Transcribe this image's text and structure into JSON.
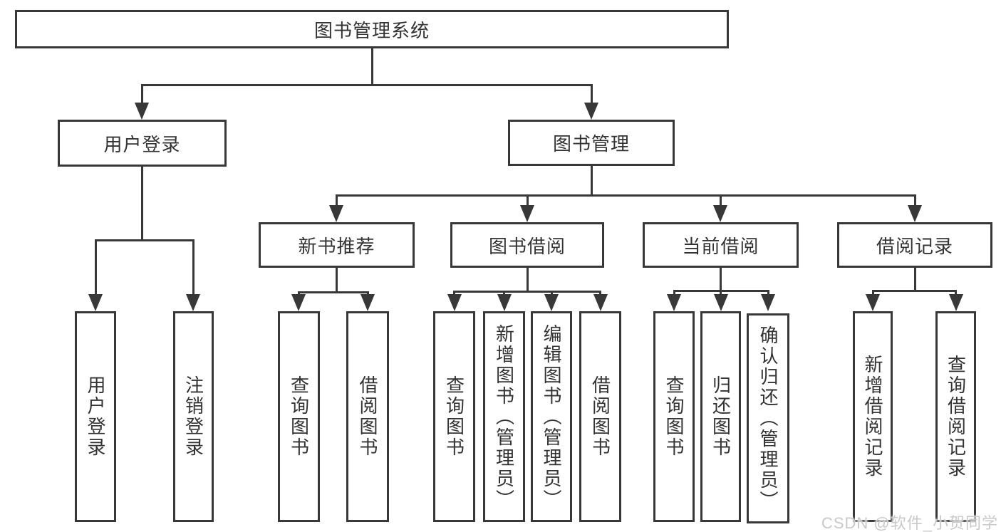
{
  "tree": {
    "root": "图书管理系统",
    "login": {
      "label": "用户登录",
      "children": [
        "用户登录",
        "注销登录"
      ]
    },
    "mgmt": {
      "label": "图书管理",
      "groups": [
        {
          "label": "新书推荐",
          "children": [
            "查询图书",
            "借阅图书"
          ]
        },
        {
          "label": "图书借阅",
          "children": [
            "查询图书",
            "新增图书（管理员）",
            "编辑图书（管理员）",
            "借阅图书"
          ]
        },
        {
          "label": "当前借阅",
          "children": [
            "查询图书",
            "归还图书",
            "确认归还（管理员）"
          ]
        },
        {
          "label": "借阅记录",
          "children": [
            "新增借阅记录",
            "查询借阅记录"
          ]
        }
      ]
    }
  },
  "watermark": "CSDN @软件_小贺同学",
  "colors": {
    "line": "#383838",
    "text": "#333333",
    "background": "#ffffff",
    "watermark": "#c9c9c9"
  }
}
